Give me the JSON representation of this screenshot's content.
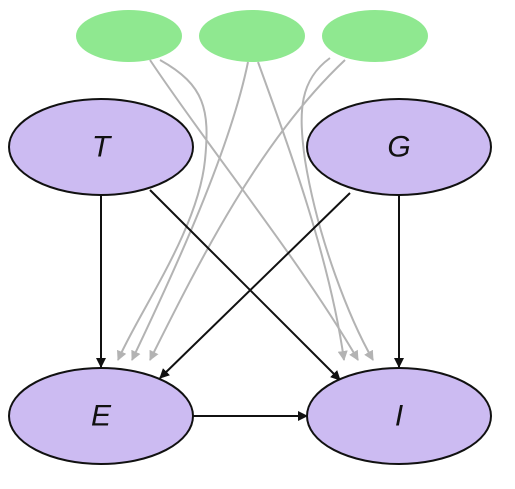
{
  "diagram": {
    "nodes": [
      {
        "id": "T",
        "label": "T",
        "kind": "variable"
      },
      {
        "id": "G",
        "label": "G",
        "kind": "variable"
      },
      {
        "id": "E",
        "label": "E",
        "kind": "variable"
      },
      {
        "id": "I",
        "label": "I",
        "kind": "variable"
      },
      {
        "id": "L1",
        "label": "",
        "kind": "latent"
      },
      {
        "id": "L2",
        "label": "",
        "kind": "latent"
      },
      {
        "id": "L3",
        "label": "",
        "kind": "latent"
      }
    ],
    "edges": [
      {
        "from": "T",
        "to": "E",
        "kind": "direct"
      },
      {
        "from": "T",
        "to": "I",
        "kind": "direct"
      },
      {
        "from": "G",
        "to": "E",
        "kind": "direct"
      },
      {
        "from": "G",
        "to": "I",
        "kind": "direct"
      },
      {
        "from": "E",
        "to": "I",
        "kind": "direct"
      },
      {
        "from": "L1",
        "to": "E",
        "kind": "latent"
      },
      {
        "from": "L1",
        "to": "I",
        "kind": "latent"
      },
      {
        "from": "L2",
        "to": "E",
        "kind": "latent"
      },
      {
        "from": "L2",
        "to": "I",
        "kind": "latent"
      },
      {
        "from": "L3",
        "to": "E",
        "kind": "latent"
      },
      {
        "from": "L3",
        "to": "I",
        "kind": "latent"
      }
    ],
    "colors": {
      "variable_fill": "#ccbbf2",
      "latent_fill": "#8fe890",
      "outline": "#111111",
      "direct_edge": "#111111",
      "latent_edge": "#b3b3b3"
    }
  }
}
